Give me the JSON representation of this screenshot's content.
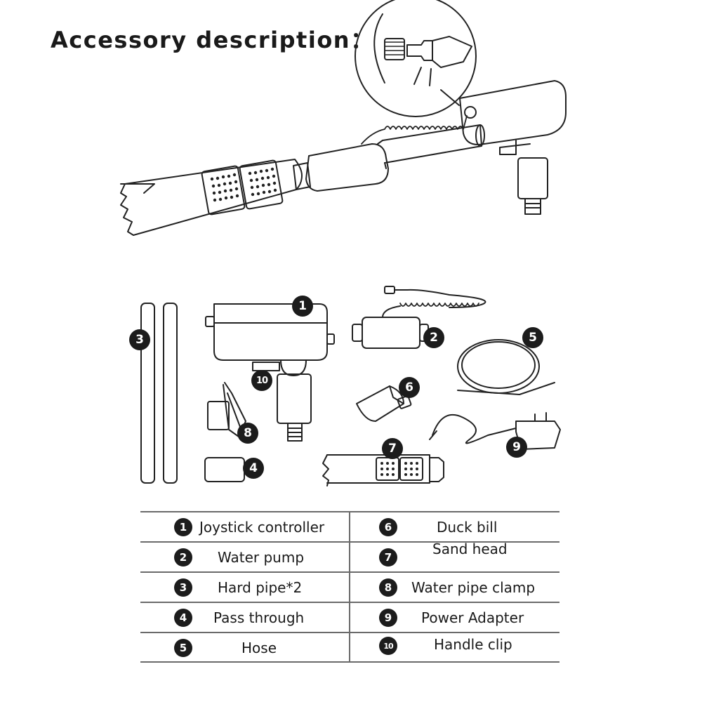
{
  "title": "Accessory description：",
  "callouts": [
    "1",
    "2",
    "3",
    "4",
    "5",
    "6",
    "7",
    "8",
    "9",
    "10"
  ],
  "legend": [
    {
      "num": "1",
      "label": "Joystick controller"
    },
    {
      "num": "2",
      "label": "Water pump"
    },
    {
      "num": "3",
      "label": "Hard pipe*2"
    },
    {
      "num": "4",
      "label": "Pass through"
    },
    {
      "num": "5",
      "label": "Hose"
    },
    {
      "num": "6",
      "label": "Duck bill"
    },
    {
      "num": "7",
      "label": "Sand head"
    },
    {
      "num": "8",
      "label": "Water pipe clamp"
    },
    {
      "num": "9",
      "label": "Power Adapter"
    },
    {
      "num": "10",
      "label": "Handle clip"
    }
  ]
}
